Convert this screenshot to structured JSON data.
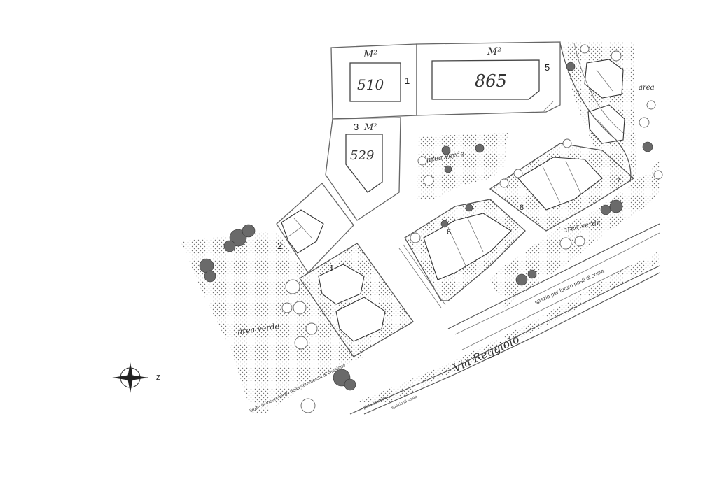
{
  "lots": [
    {
      "id": "lot-1",
      "number": "1",
      "unit": "M²",
      "area": "510"
    },
    {
      "id": "lot-5",
      "number": "5",
      "unit": "M²",
      "area": "865"
    },
    {
      "id": "lot-3",
      "number": "3",
      "unit": "M²",
      "area": "529"
    }
  ],
  "building_numbers": [
    "2",
    "1",
    "6",
    "7",
    "8"
  ],
  "labels": {
    "green_area_main": "area verde",
    "green_area_center": "area verde",
    "green_area_right": "area verde",
    "green_area_top": "area",
    "street": "Via Reggiolo",
    "parking_note": "spazio per futuro posti di sosta",
    "boundary_note": "limite di inserimento della commessa di cessione",
    "bottom_note_1": "pista ciclabile",
    "bottom_note_2": "spazio di sosta"
  },
  "compass": {
    "direction_letter": "Z"
  }
}
